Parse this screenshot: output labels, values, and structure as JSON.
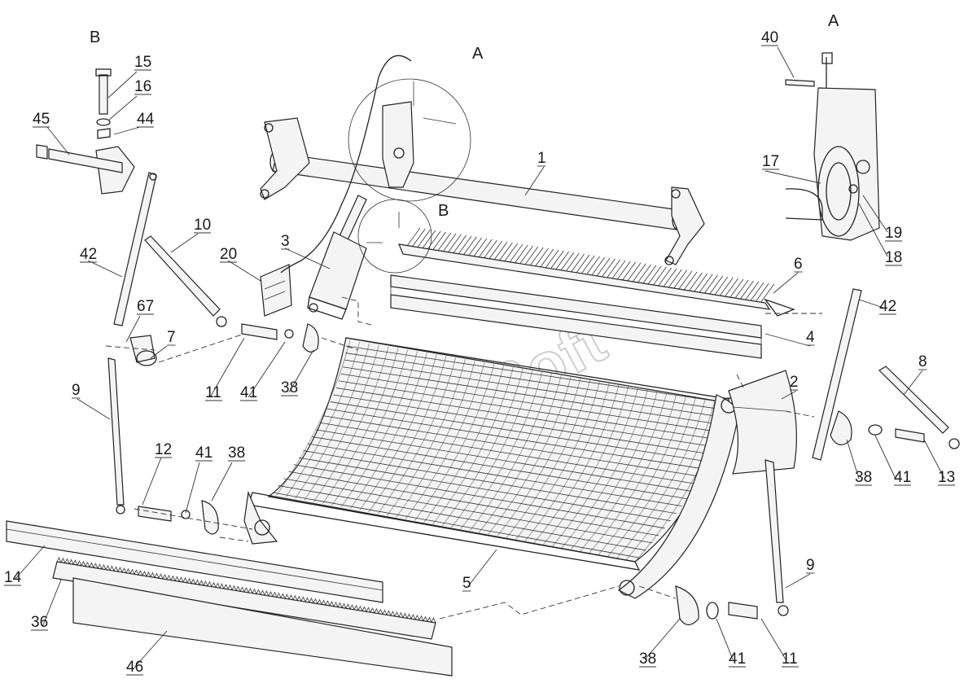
{
  "drawing": {
    "view_labels": {
      "left_view": "B",
      "top_detail": "A",
      "right_view": "A",
      "mid_detail": "B"
    },
    "watermark": "AutoSoft",
    "callouts": [
      "1",
      "2",
      "3",
      "4",
      "5",
      "6",
      "7",
      "8",
      "9",
      "9",
      "10",
      "11",
      "11",
      "12",
      "13",
      "14",
      "15",
      "16",
      "17",
      "18",
      "19",
      "20",
      "36",
      "38",
      "38",
      "38",
      "38",
      "40",
      "41",
      "41",
      "41",
      "41",
      "42",
      "42",
      "44",
      "45",
      "46",
      "67"
    ]
  }
}
